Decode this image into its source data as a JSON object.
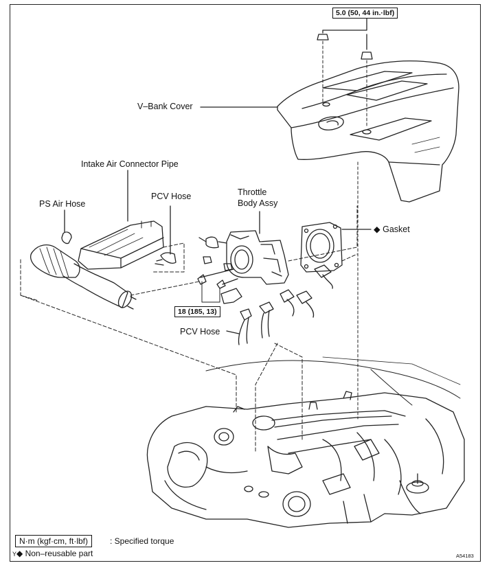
{
  "labels": {
    "vbank_cover": "V–Bank Cover",
    "intake_pipe": "Intake Air Connector Pipe",
    "ps_air_hose": "PS Air Hose",
    "pcv_hose_top": "PCV Hose",
    "throttle_line1": "Throttle",
    "throttle_line2": "Body Assy",
    "gasket": "Gasket",
    "pcv_hose_bottom": "PCV Hose"
  },
  "torque": {
    "top": "5.0 (50, 44 in.·lbf)",
    "middle": "18 (185, 13)"
  },
  "legend": {
    "unit_box": "N·m (kgf·cm, ft·lbf)",
    "unit_desc": ": Specified torque",
    "y_mark": "Y",
    "non_reusable": "Non–reusable part"
  },
  "figure_id": "A54183",
  "symbols": {
    "diamond": "◆"
  }
}
